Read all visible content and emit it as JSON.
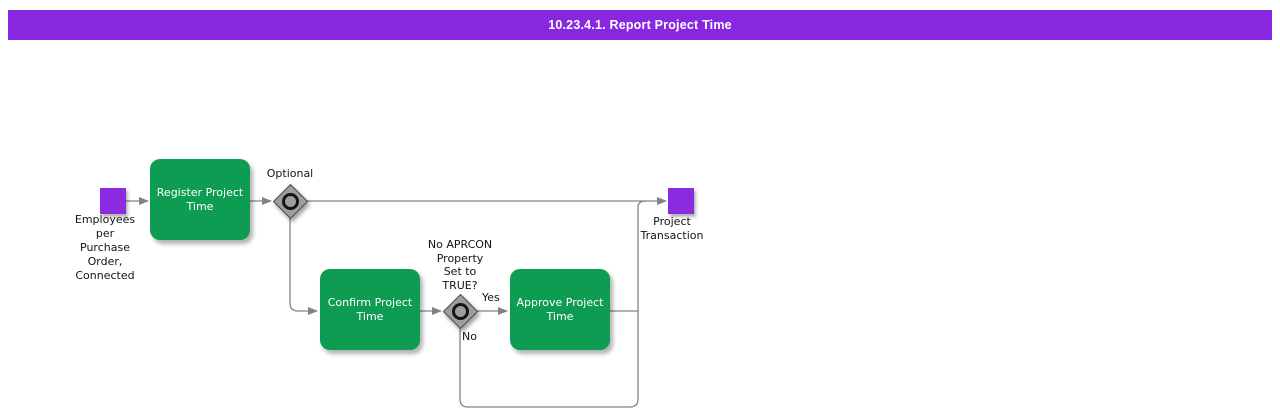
{
  "header": {
    "title": "10.23.4.1. Report Project Time"
  },
  "colors": {
    "header_bar": "#8727E0",
    "event_square": "#8A2BE2",
    "task_fill": "#0E9C52",
    "connector_line": "#828282",
    "gateway_fill": "#9E9E9E"
  },
  "diagram": {
    "start_event": {
      "label": "Employees\nper\nPurchase\nOrder,\nConnected"
    },
    "tasks": [
      {
        "label": "Register Project\nTime"
      },
      {
        "label": "Confirm Project\nTime"
      },
      {
        "label": "Approve Project\nTime"
      }
    ],
    "gateways": [
      {
        "label": "Optional"
      },
      {
        "label": "No APRCON\nProperty\nSet to\nTRUE?",
        "yes_label": "Yes",
        "no_label": "No"
      }
    ],
    "end_event": {
      "label": "Project\nTransaction"
    }
  }
}
